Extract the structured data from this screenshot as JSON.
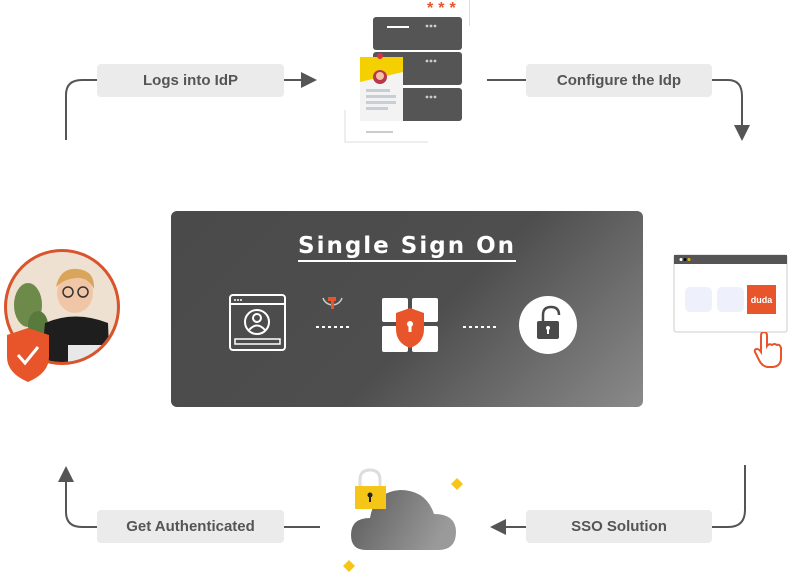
{
  "diagram": {
    "title": "Single Sign On",
    "steps": [
      {
        "id": "logs-into-idp",
        "label": "Logs into IdP"
      },
      {
        "id": "configure-the-idp",
        "label": "Configure the Idp"
      },
      {
        "id": "sso-solution",
        "label": "SSO Solution"
      },
      {
        "id": "get-authenticated",
        "label": "Get Authenticated"
      }
    ],
    "brand_button_label": "duda",
    "password_mask": "***",
    "icons": {
      "center_flow": [
        "user-browser-icon",
        "key-icon",
        "shield-lock-icon",
        "unlock-icon"
      ],
      "top": "server-idcard-icon",
      "right": "browser-duda-click-icon",
      "bottom": "cloud-lock-icon",
      "left": "user-avatar-verified-icon"
    },
    "colors": {
      "accent": "#e8552a",
      "panel": "#4f4f4f",
      "step_bg": "#ebebeb",
      "step_text": "#555555",
      "arrow": "#555555",
      "yellow": "#f5c518"
    }
  }
}
